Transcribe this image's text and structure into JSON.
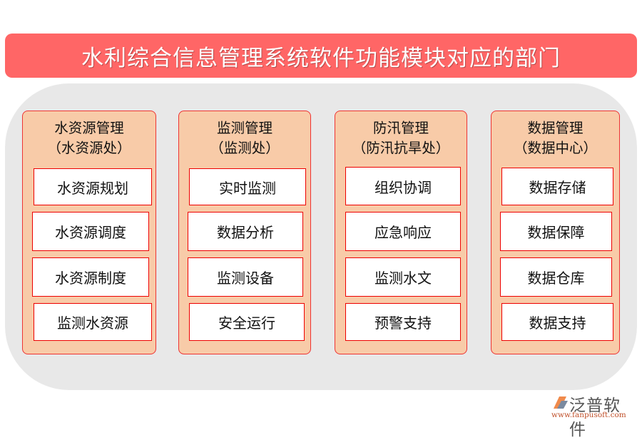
{
  "title": "水利综合信息管理系统软件功能模块对应的部门",
  "columns": [
    {
      "heading": "水资源管理",
      "department": "（水资源处）",
      "items": [
        "水资源规划",
        "水资源调度",
        "水资源制度",
        "监测水资源"
      ]
    },
    {
      "heading": "监测管理",
      "department": "（监测处）",
      "items": [
        "实时监测",
        "数据分析",
        "监测设备",
        "安全运行"
      ]
    },
    {
      "heading": "防汛管理",
      "department": "（防汛抗旱处）",
      "items": [
        "组织协调",
        "应急响应",
        "监测水文",
        "预警支持"
      ]
    },
    {
      "heading": "数据管理",
      "department": "（数据中心）",
      "items": [
        "数据存储",
        "数据保障",
        "数据仓库",
        "数据支持"
      ]
    }
  ],
  "logo": {
    "name": "泛普软件",
    "url": "www.fanpusoft.com"
  },
  "colors": {
    "title_bg": "#ff6666",
    "panel_bg": "#e8e8e8",
    "column_bg": "#f8cba8",
    "border": "#ee0000"
  }
}
